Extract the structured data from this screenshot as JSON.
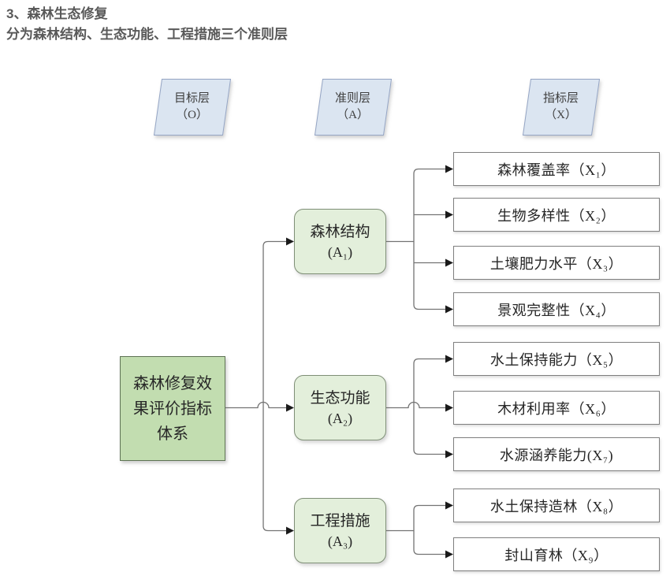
{
  "title": {
    "line1": "3、森林生态修复",
    "line2": "分为森林结构、生态功能、工程措施三个准则层"
  },
  "layer_headers": [
    {
      "label": "目标层",
      "code": "（O）"
    },
    {
      "label": "准则层",
      "code": "（A）"
    },
    {
      "label": "指标层",
      "code": "（X）"
    }
  ],
  "goal": {
    "label": "森林修复效果评价指标体系"
  },
  "criteria": [
    {
      "label": "森林结构",
      "code": "(A₁)"
    },
    {
      "label": "生态功能",
      "code": "(A₂)"
    },
    {
      "label": "工程措施",
      "code": "(A₃)"
    }
  ],
  "indicators": [
    {
      "label": "森林覆盖率（X₁）"
    },
    {
      "label": "生物多样性（X₂）"
    },
    {
      "label": "土壤肥力水平（X₃）"
    },
    {
      "label": "景观完整性（X₄）"
    },
    {
      "label": "水土保持能力（X₅）"
    },
    {
      "label": "木材利用率（X₆）"
    },
    {
      "label": "水源涵养能力(X₇)"
    },
    {
      "label": "水土保持造林（X₈）"
    },
    {
      "label": "封山育林（X₉）"
    }
  ],
  "colors": {
    "title_text": "#595959",
    "layer_fill": "#dbe5f1",
    "layer_border": "#95a5c4",
    "goal_fill": "#c2ddb0",
    "goal_border": "#5f7355",
    "criteria_fill": "#e3efdb",
    "criteria_border": "#7f8f77",
    "indicator_fill": "#ffffff",
    "indicator_border": "#7f7f7f",
    "connector": "#737373",
    "arrow": "#1a1a1a",
    "box_text": "#262626"
  }
}
